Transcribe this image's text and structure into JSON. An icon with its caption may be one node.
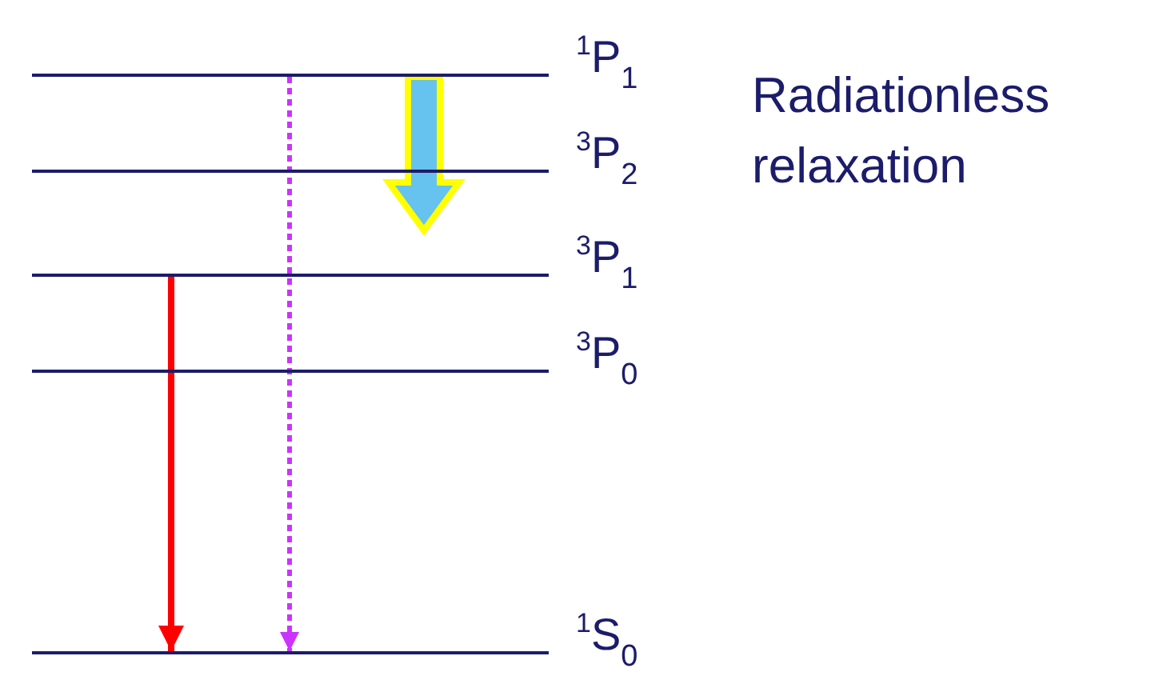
{
  "diagram": {
    "nodes": [
      {
        "text": [
          "$^{1}$P$_{1}$"
        ]
      },
      {
        "text": [
          "$^{3}$P$_{2}$"
        ]
      },
      {
        "text": [
          "$^{3}$P$_{1}$"
        ]
      },
      {
        "text": [
          "$^{3}$P$_{0}$"
        ]
      },
      {
        "text": [
          "$^{1}$S$_{0}$"
        ]
      }
    ],
    "edges": [
      {
        "from": 0,
        "to": 1,
        "arrow": "to",
        "style": "thick",
        "color": "#66c2ee"
      },
      {
        "from": 2,
        "to": 4,
        "arrow": "to",
        "color": "#ff0000"
      },
      {
        "from": 0,
        "to": 4,
        "arrow": "to",
        "style": "dashed",
        "color": "#cc33ff"
      }
    ],
    "labels": [
      "Radiationless relaxation"
    ]
  }
}
